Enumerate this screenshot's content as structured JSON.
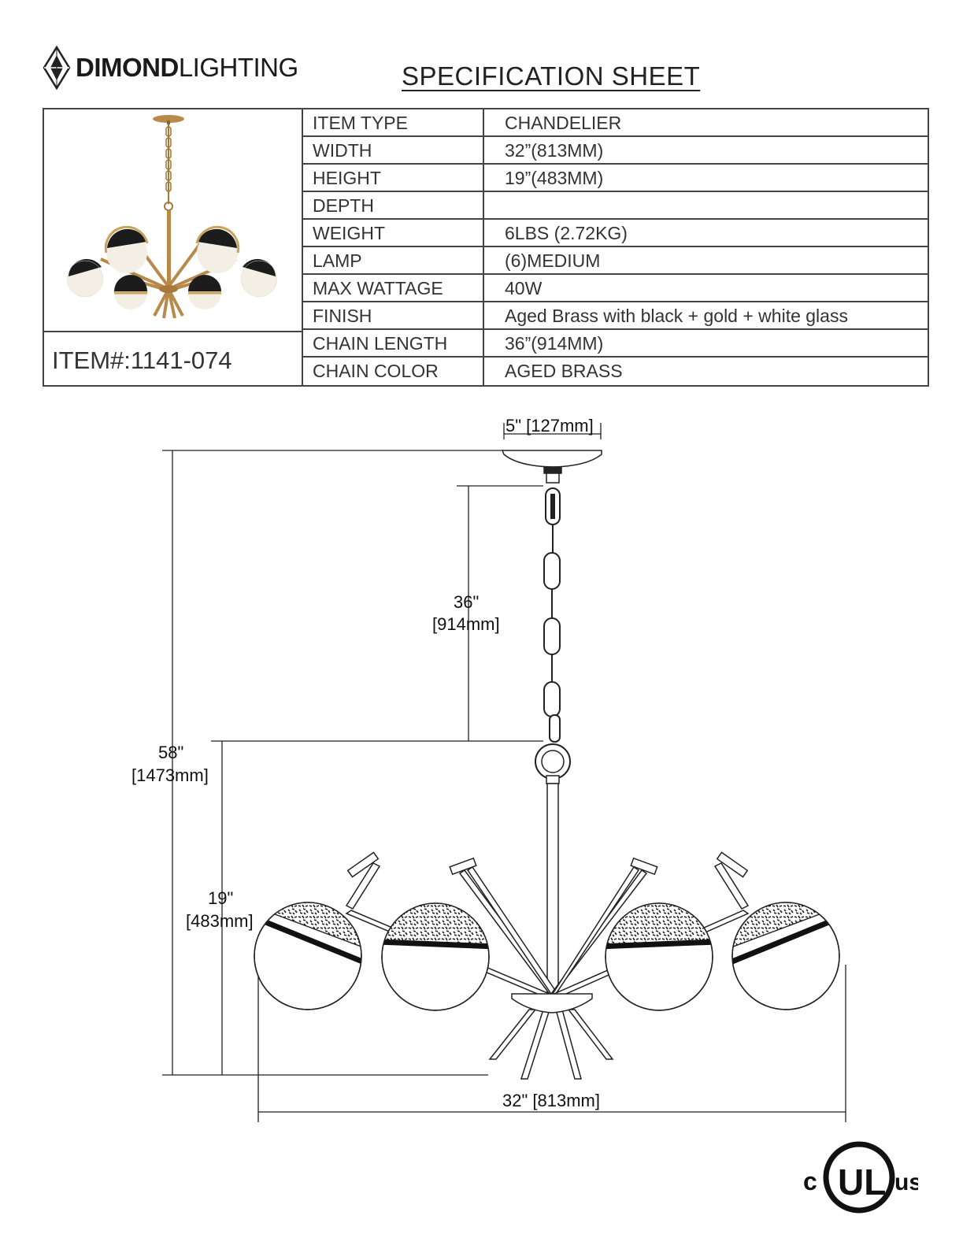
{
  "brand": {
    "name_bold": "DIMOND",
    "name_light": "LIGHTING"
  },
  "title": "SPECIFICATION  SHEET",
  "item_number": "ITEM#:1141-074",
  "specs": [
    {
      "label": "ITEM TYPE",
      "value": "CHANDELIER"
    },
    {
      "label": "WIDTH",
      "value": "32”(813MM)"
    },
    {
      "label": "HEIGHT",
      "value": "19”(483MM)"
    },
    {
      "label": "DEPTH",
      "value": ""
    },
    {
      "label": "WEIGHT",
      "value": "6LBS (2.72KG)"
    },
    {
      "label": "LAMP",
      "value": "(6)MEDIUM"
    },
    {
      "label": "MAX WATTAGE",
      "value": "40W"
    },
    {
      "label": "FINISH",
      "value": "Aged Brass with black + gold + white glass"
    },
    {
      "label": "CHAIN LENGTH",
      "value": "36”(914MM)"
    },
    {
      "label": "CHAIN COLOR",
      "value": "AGED BRASS"
    }
  ],
  "dimensions": {
    "canopy": "5\" [127mm]",
    "chain_in": "36\"",
    "chain_mm": "[914mm]",
    "overall_in": "58\"",
    "overall_mm": "[1473mm]",
    "height_in": "19\"",
    "height_mm": "[483mm]",
    "width": "32\" [813mm]"
  },
  "certification": {
    "left": "c",
    "mark": "UL",
    "right": "us"
  },
  "colors": {
    "brass": "#b8894a",
    "black": "#1c1c1c",
    "line": "#222222"
  }
}
